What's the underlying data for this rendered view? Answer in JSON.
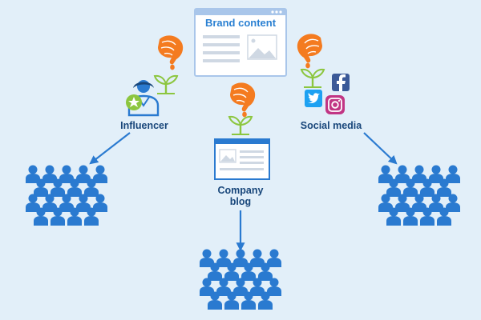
{
  "diagram": {
    "brand_content": {
      "title": "Brand content"
    },
    "channels": [
      {
        "id": "influencer",
        "label": "Influencer"
      },
      {
        "id": "company_blog",
        "label_lines": [
          "Company",
          "blog"
        ]
      },
      {
        "id": "social_media",
        "label": "Social media"
      }
    ],
    "icons": [
      "hand-seed-icon",
      "sprout-icon",
      "influencer-person-icon",
      "star-badge-icon",
      "facebook-icon",
      "twitter-icon",
      "instagram-icon",
      "browser-window-icon",
      "audience-group-icon",
      "arrow-icon"
    ],
    "colors": {
      "background": "#e2eff9",
      "accent_blue": "#2a7ad0",
      "label_navy": "#18467a",
      "hand_orange": "#f47b20",
      "sprout_green": "#8cc63f",
      "window_border": "#a9c6ea"
    }
  }
}
